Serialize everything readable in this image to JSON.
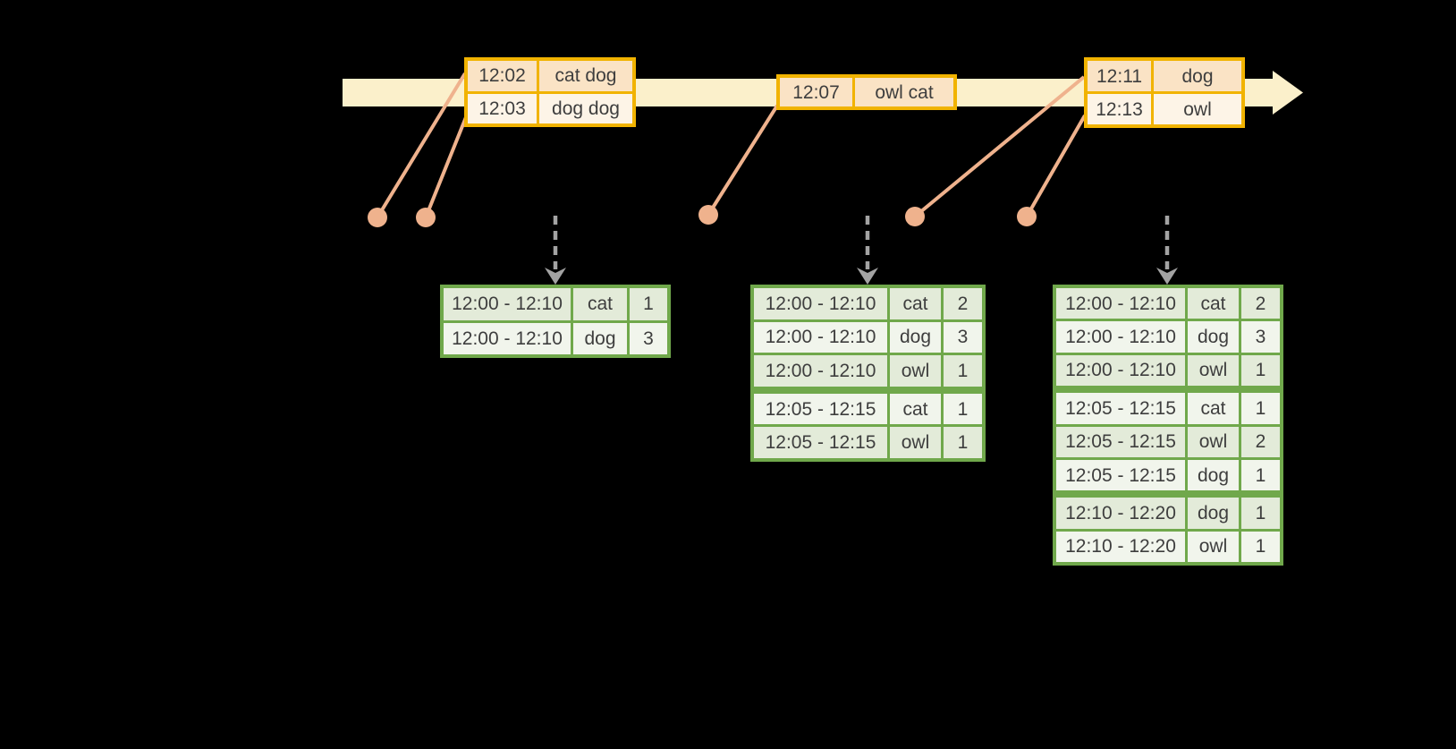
{
  "colors": {
    "background": "#000000",
    "timeline_fill": "#FBF0CB",
    "event_border": "#F1B300",
    "event_row_dark": "#FAE3C5",
    "event_row_light": "#FDF4E7",
    "connector": "#EFB28D",
    "trigger_arrow": "#A3A3A3",
    "table_border": "#70A84B",
    "table_row_dark": "#E3EBD9",
    "table_row_light": "#F1F5EC",
    "text": "#3E3E3E"
  },
  "event_groups": [
    {
      "rows": [
        {
          "time": "12:02",
          "words": "cat dog"
        },
        {
          "time": "12:03",
          "words": "dog dog"
        }
      ]
    },
    {
      "rows": [
        {
          "time": "12:07",
          "words": "owl cat"
        }
      ]
    },
    {
      "rows": [
        {
          "time": "12:11",
          "words": "dog"
        },
        {
          "time": "12:13",
          "words": "owl"
        }
      ]
    }
  ],
  "result_tables": [
    {
      "rows": [
        {
          "window": "12:00 - 12:10",
          "word": "cat",
          "count": "1"
        },
        {
          "window": "12:00 - 12:10",
          "word": "dog",
          "count": "3"
        }
      ]
    },
    {
      "rows": [
        {
          "window": "12:00 - 12:10",
          "word": "cat",
          "count": "2"
        },
        {
          "window": "12:00 - 12:10",
          "word": "dog",
          "count": "3"
        },
        {
          "window": "12:00 - 12:10",
          "word": "owl",
          "count": "1",
          "group_end": true
        },
        {
          "window": "12:05 - 12:15",
          "word": "cat",
          "count": "1"
        },
        {
          "window": "12:05 - 12:15",
          "word": "owl",
          "count": "1"
        }
      ]
    },
    {
      "rows": [
        {
          "window": "12:00 - 12:10",
          "word": "cat",
          "count": "2"
        },
        {
          "window": "12:00 - 12:10",
          "word": "dog",
          "count": "3"
        },
        {
          "window": "12:00 - 12:10",
          "word": "owl",
          "count": "1",
          "group_end": true
        },
        {
          "window": "12:05 - 12:15",
          "word": "cat",
          "count": "1"
        },
        {
          "window": "12:05 - 12:15",
          "word": "owl",
          "count": "2"
        },
        {
          "window": "12:05 - 12:15",
          "word": "dog",
          "count": "1",
          "group_end": true
        },
        {
          "window": "12:10 - 12:20",
          "word": "dog",
          "count": "1"
        },
        {
          "window": "12:10 - 12:20",
          "word": "owl",
          "count": "1"
        }
      ]
    }
  ]
}
